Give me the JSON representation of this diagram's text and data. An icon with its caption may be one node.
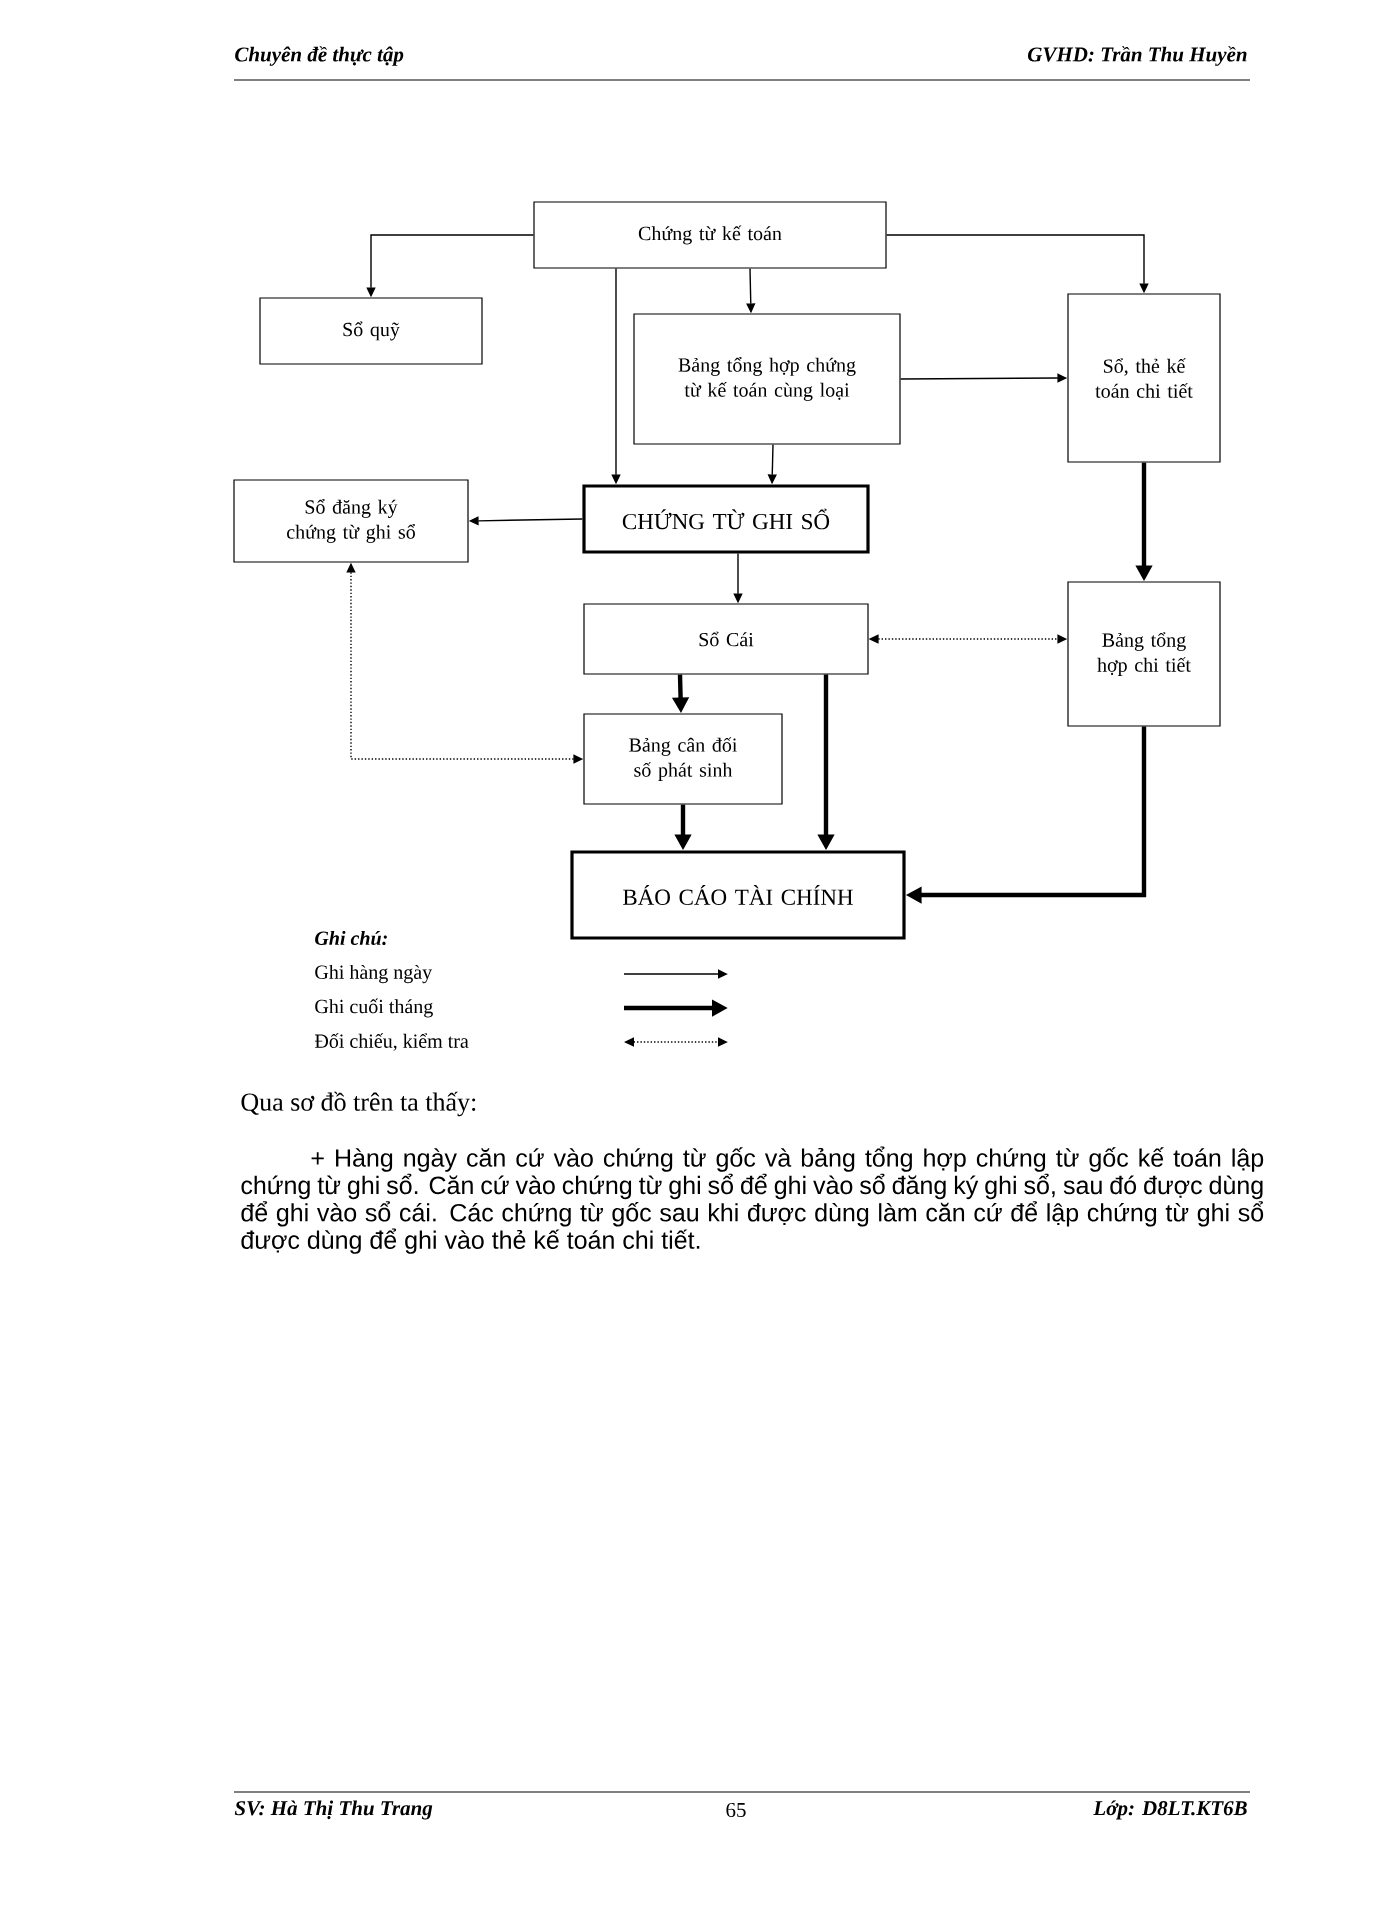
{
  "diagram": {
    "nodes": [
      {
        "text": [
          "Chứng từ kế toán"
        ]
      },
      {
        "text": [
          "Sổ quỹ"
        ]
      },
      {
        "text": [
          "Bảng tổng hợp chứng từ kế toán cùng loại"
        ]
      },
      {
        "text": [
          "Sổ, thẻ kế toán chi tiết"
        ]
      },
      {
        "text": [
          "Sổ đăng ký chứng từ ghi sổ"
        ]
      },
      {
        "text": [
          "CHỨNG TỪ GHI SỔ"
        ]
      },
      {
        "text": [
          "Sổ Cái"
        ]
      },
      {
        "text": [
          "Bảng tổng hợp chi tiết"
        ]
      },
      {
        "text": [
          "Bảng cân đối số phát sinh"
        ]
      },
      {
        "text": [
          "BÁO CÁO TÀI CHÍNH"
        ]
      }
    ],
    "edges": [
      {
        "from": 0,
        "to": 1,
        "arrow": "to"
      },
      {
        "from": 0,
        "to": 5,
        "arrow": "to"
      },
      {
        "from": 0,
        "to": 2,
        "arrow": "to"
      },
      {
        "from": 0,
        "to": 3,
        "arrow": "to"
      },
      {
        "from": 2,
        "to": 3,
        "arrow": "to"
      },
      {
        "from": 2,
        "to": 5,
        "arrow": "to"
      },
      {
        "from": 5,
        "to": 4,
        "arrow": "to"
      },
      {
        "from": 5,
        "to": 6,
        "arrow": "to"
      },
      {
        "from": 3,
        "to": 7,
        "arrow": "to",
        "style": "thick"
      },
      {
        "from": 6,
        "to": 8,
        "arrow": "to",
        "style": "thick"
      },
      {
        "from": 6,
        "to": 9,
        "arrow": "to",
        "style": "thick"
      },
      {
        "from": 8,
        "to": 9,
        "arrow": "to",
        "style": "thick"
      },
      {
        "from": 7,
        "to": 9,
        "arrow": "to",
        "style": "thick"
      },
      {
        "from": 6,
        "to": 7,
        "arrow": "both",
        "style": "dashed"
      },
      {
        "from": 4,
        "to": 8,
        "arrow": "both",
        "style": "dashed"
      }
    ],
    "labels": [
      "Chuyên đề thực tập",
      "GVHD: Trần Thu Huyền",
      "Ghi chú:",
      "Qua sơ đồ trên ta thấy:",
      "+ Hàng ngày căn cứ vào chứng từ gốc và bảng tổng hợp chứng từ gốc kế toán lập chứng từ ghi sổ. Căn cứ vào chứng từ ghi sổ để ghi vào sổ đăng ký ghi sổ, sau đó được dùng để ghi vào sổ cái. Các chứng từ gốc sau khi được dùng làm căn cứ để lập chứng từ ghi sổ được dùng để ghi vào thẻ kế toán chi tiết.",
      "SV: Hà Thị Thu Trang",
      "65",
      "Lớp: D8LT.KT6B"
    ],
    "legend": [
      {
        "text": "Ghi hàng ngày"
      },
      {
        "text": "Ghi cuối tháng"
      },
      {
        "text": "Đối chiếu, kiểm tra"
      }
    ]
  }
}
